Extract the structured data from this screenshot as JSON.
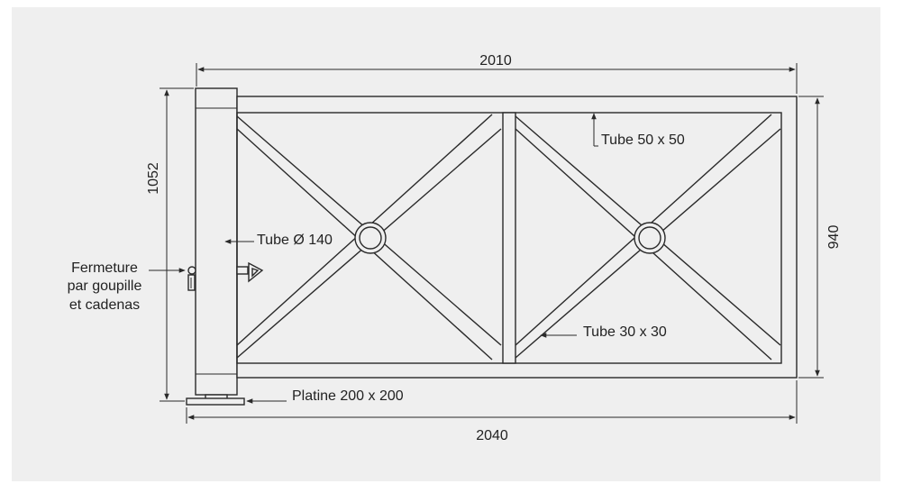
{
  "dimensions": {
    "top_width": "2010",
    "bottom_width": "2040",
    "left_height": "1052",
    "right_height": "940"
  },
  "annotations": {
    "tube_50": "Tube 50 x 50",
    "tube_140": "Tube Ø 140",
    "tube_30": "Tube 30 x 30",
    "platine": "Platine 200 x 200",
    "fermeture_line1": "Fermeture",
    "fermeture_line2": "par goupille",
    "fermeture_line3": "et cadenas"
  },
  "colors": {
    "background": "#efefef",
    "line": "#2a2a2a",
    "text": "#222222"
  }
}
